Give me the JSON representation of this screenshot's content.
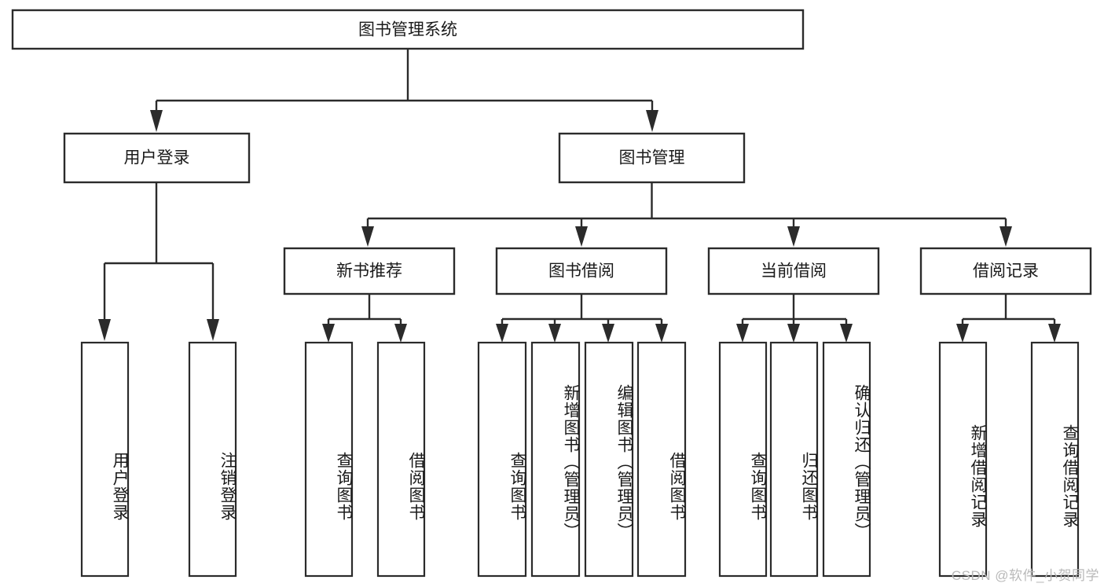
{
  "diagram": {
    "title_node": {
      "label": "图书管理系统"
    },
    "level2": [
      {
        "id": "user-login",
        "label": "用户登录"
      },
      {
        "id": "book-management",
        "label": "图书管理"
      }
    ],
    "level3": [
      {
        "id": "new-book-recommend",
        "label": "新书推荐"
      },
      {
        "id": "book-borrow",
        "label": "图书借阅"
      },
      {
        "id": "current-borrow",
        "label": "当前借阅"
      },
      {
        "id": "borrow-record",
        "label": "借阅记录"
      }
    ],
    "leaves": {
      "user_login": [
        {
          "id": "leaf-user-login",
          "label": "用户登录"
        },
        {
          "id": "leaf-logout-login",
          "label": "注销登录"
        }
      ],
      "new_book_recommend": [
        {
          "id": "leaf-query-book-1",
          "label": "查询图书"
        },
        {
          "id": "leaf-borrow-book-1",
          "label": "借阅图书"
        }
      ],
      "book_borrow": [
        {
          "id": "leaf-query-book-2",
          "label": "查询图书"
        },
        {
          "id": "leaf-add-book",
          "label": "新增图书（管理员）"
        },
        {
          "id": "leaf-edit-book",
          "label": "编辑图书（管理员）"
        },
        {
          "id": "leaf-borrow-book-2",
          "label": "借阅图书"
        }
      ],
      "current_borrow": [
        {
          "id": "leaf-query-book-3",
          "label": "查询图书"
        },
        {
          "id": "leaf-return-book",
          "label": "归还图书"
        },
        {
          "id": "leaf-confirm-return",
          "label": "确认归还（管理员）"
        }
      ],
      "borrow_record": [
        {
          "id": "leaf-add-record",
          "label": "新增借阅记录"
        },
        {
          "id": "leaf-query-record",
          "label": "查询借阅记录"
        }
      ]
    }
  },
  "watermark": {
    "text": "CSDN @软件_小贺同学"
  },
  "colors": {
    "box_stroke": "#2b2b2b",
    "box_fill": "#ffffff",
    "text": "#1a1a1a",
    "watermark": "#b9b9b9",
    "background": "#ffffff"
  }
}
